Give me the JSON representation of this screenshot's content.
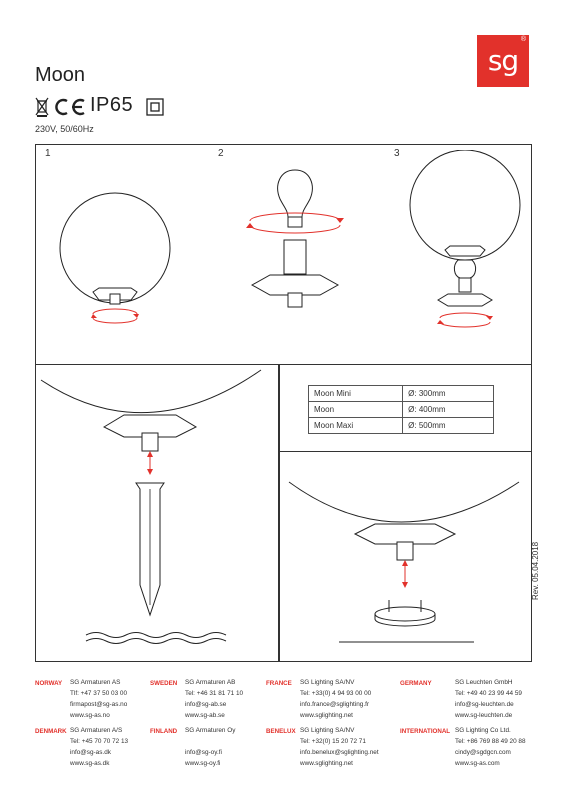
{
  "logo": {
    "text": "sg",
    "reg": "®"
  },
  "title": "Moon",
  "certifications": {
    "ip_rating": "IP65",
    "icons": [
      "weee-bin-icon",
      "ce-mark-icon",
      "class-ii-icon"
    ]
  },
  "voltage": "230V, 50/60Hz",
  "revision": "Rev. 05.04.2018",
  "steps": [
    "1",
    "2",
    "3"
  ],
  "sizes": [
    {
      "model": "Moon Mini",
      "diameter": "Ø: 300mm"
    },
    {
      "model": "Moon",
      "diameter": "Ø: 400mm"
    },
    {
      "model": "Moon Maxi",
      "diameter": "Ø: 500mm"
    }
  ],
  "colors": {
    "brand_red": "#e2312b",
    "line": "#333333"
  },
  "footer": [
    {
      "country": "NORWAY",
      "lines": [
        "SG Armaturen AS",
        "Tlf: +47 37 50 03 00",
        "firmapost@sg-as.no",
        "www.sg-as.no"
      ]
    },
    {
      "country": "SWEDEN",
      "lines": [
        "SG Armaturen AB",
        "Tel: +46 31 81 71 10",
        "info@sg-ab.se",
        "www.sg-ab.se"
      ]
    },
    {
      "country": "FRANCE",
      "lines": [
        "SG Lighting SA/NV",
        "Tel: +33(0) 4 94 93 00 00",
        "info.france@sglighting.fr",
        "www.sglighting.net"
      ]
    },
    {
      "country": "GERMANY",
      "lines": [
        "SG Leuchten GmbH",
        "Tel: +49 40 23 99 44 59",
        "info@sg-leuchten.de",
        "www.sg-leuchten.de"
      ]
    },
    {
      "country": "DENMARK",
      "lines": [
        "SG Armaturen A/S",
        "Tel: +45 70 70 72 13",
        "info@sg-as.dk",
        "www.sg-as.dk"
      ]
    },
    {
      "country": "FINLAND",
      "lines": [
        "SG Armaturen Oy",
        "",
        "info@sg-oy.fi",
        "www.sg-oy.fi"
      ]
    },
    {
      "country": "BENELUX",
      "lines": [
        "SG Lighting SA/NV",
        "Tel: +32(0) 15 20 72 71",
        "info.benelux@sglighting.net",
        "www.sglighting.net"
      ]
    },
    {
      "country": "INTERNATIONAL",
      "lines": [
        "SG Lighting Co Ltd.",
        "Tel: +86 769 88 49 20 88",
        "cindy@sgdgcn.com",
        "www.sg-as.com"
      ]
    }
  ]
}
